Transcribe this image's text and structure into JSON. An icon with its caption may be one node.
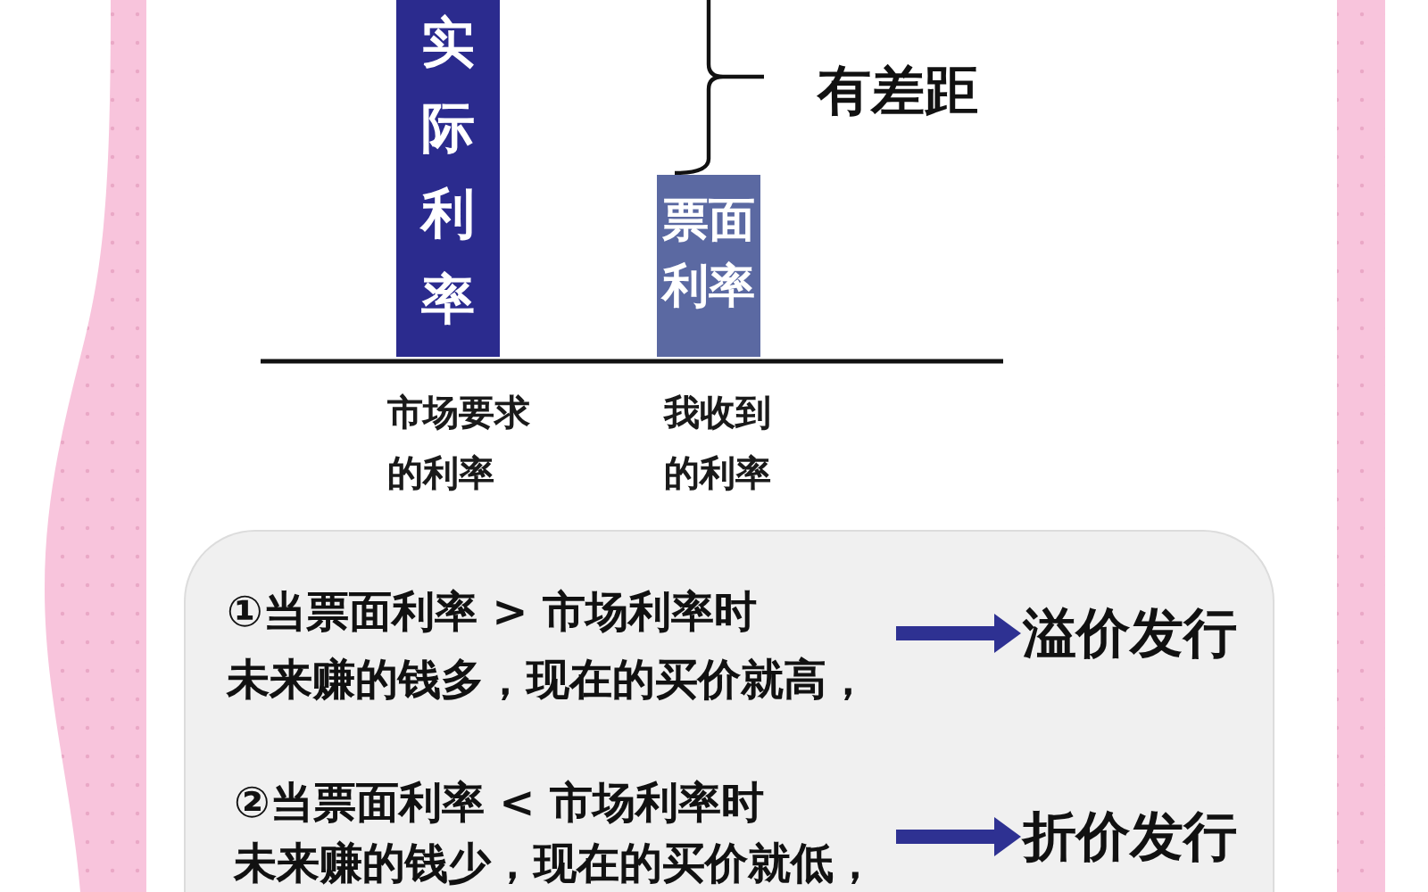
{
  "diagram": {
    "nodes": [
      {
        "text": [
          "实际利率"
        ],
        "beside": [
          "市场要求的利率"
        ]
      },
      {
        "text": [
          "票面利率"
        ],
        "beside": [
          "我收到的利率"
        ]
      },
      {
        "text": [],
        "shape": "box"
      },
      {
        "text": [
          "①当票面利率 > 市场利率时",
          "未来赚的钱多，现在的买价就高，"
        ],
        "in": 2
      },
      {
        "text": [
          "溢价发行"
        ],
        "in": 2
      },
      {
        "text": [
          "②当票面利率 < 市场利率时",
          "未来赚的钱少，现在的买价就低，"
        ],
        "in": 2
      },
      {
        "text": [
          "折价发行"
        ],
        "in": 2
      }
    ],
    "edges": [
      {
        "from": 3,
        "to": 4,
        "arrow": "to"
      },
      {
        "from": 5,
        "to": 6,
        "arrow": "to"
      }
    ],
    "labels": [
      "有差距"
    ]
  }
}
